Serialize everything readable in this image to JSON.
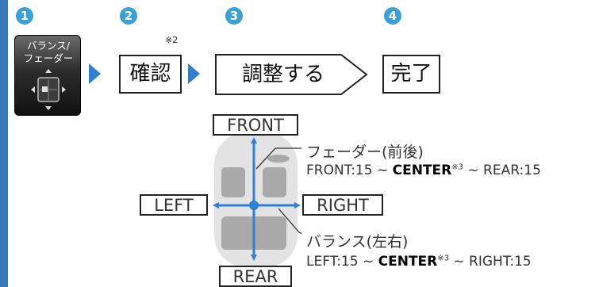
{
  "colors": {
    "accent_blue": "#2f7fd4",
    "left_bar": "#3a78b8",
    "step_circle": "#3aa0d8"
  },
  "steps": [
    {
      "number": "1",
      "icon_name": "balance-fader-icon",
      "icon_label_line1": "バランス/",
      "icon_label_line2": "フェーダー"
    },
    {
      "number": "2",
      "label": "確認",
      "note": "※2"
    },
    {
      "number": "3",
      "label": "調整する"
    },
    {
      "number": "4",
      "label": "完了"
    }
  ],
  "diagram": {
    "front_label": "FRONT",
    "rear_label": "REAR",
    "left_label": "LEFT",
    "right_label": "RIGHT",
    "fader": {
      "title": "フェーダー(前後)",
      "range_start": "FRONT:15 ~ ",
      "center": "CENTER",
      "center_note": "※3",
      "range_end": " ~ REAR:15"
    },
    "balance": {
      "title": "バランス(左右)",
      "range_start": "LEFT:15 ~ ",
      "center": "CENTER",
      "center_note": "※3",
      "range_end": " ~ RIGHT:15"
    }
  }
}
